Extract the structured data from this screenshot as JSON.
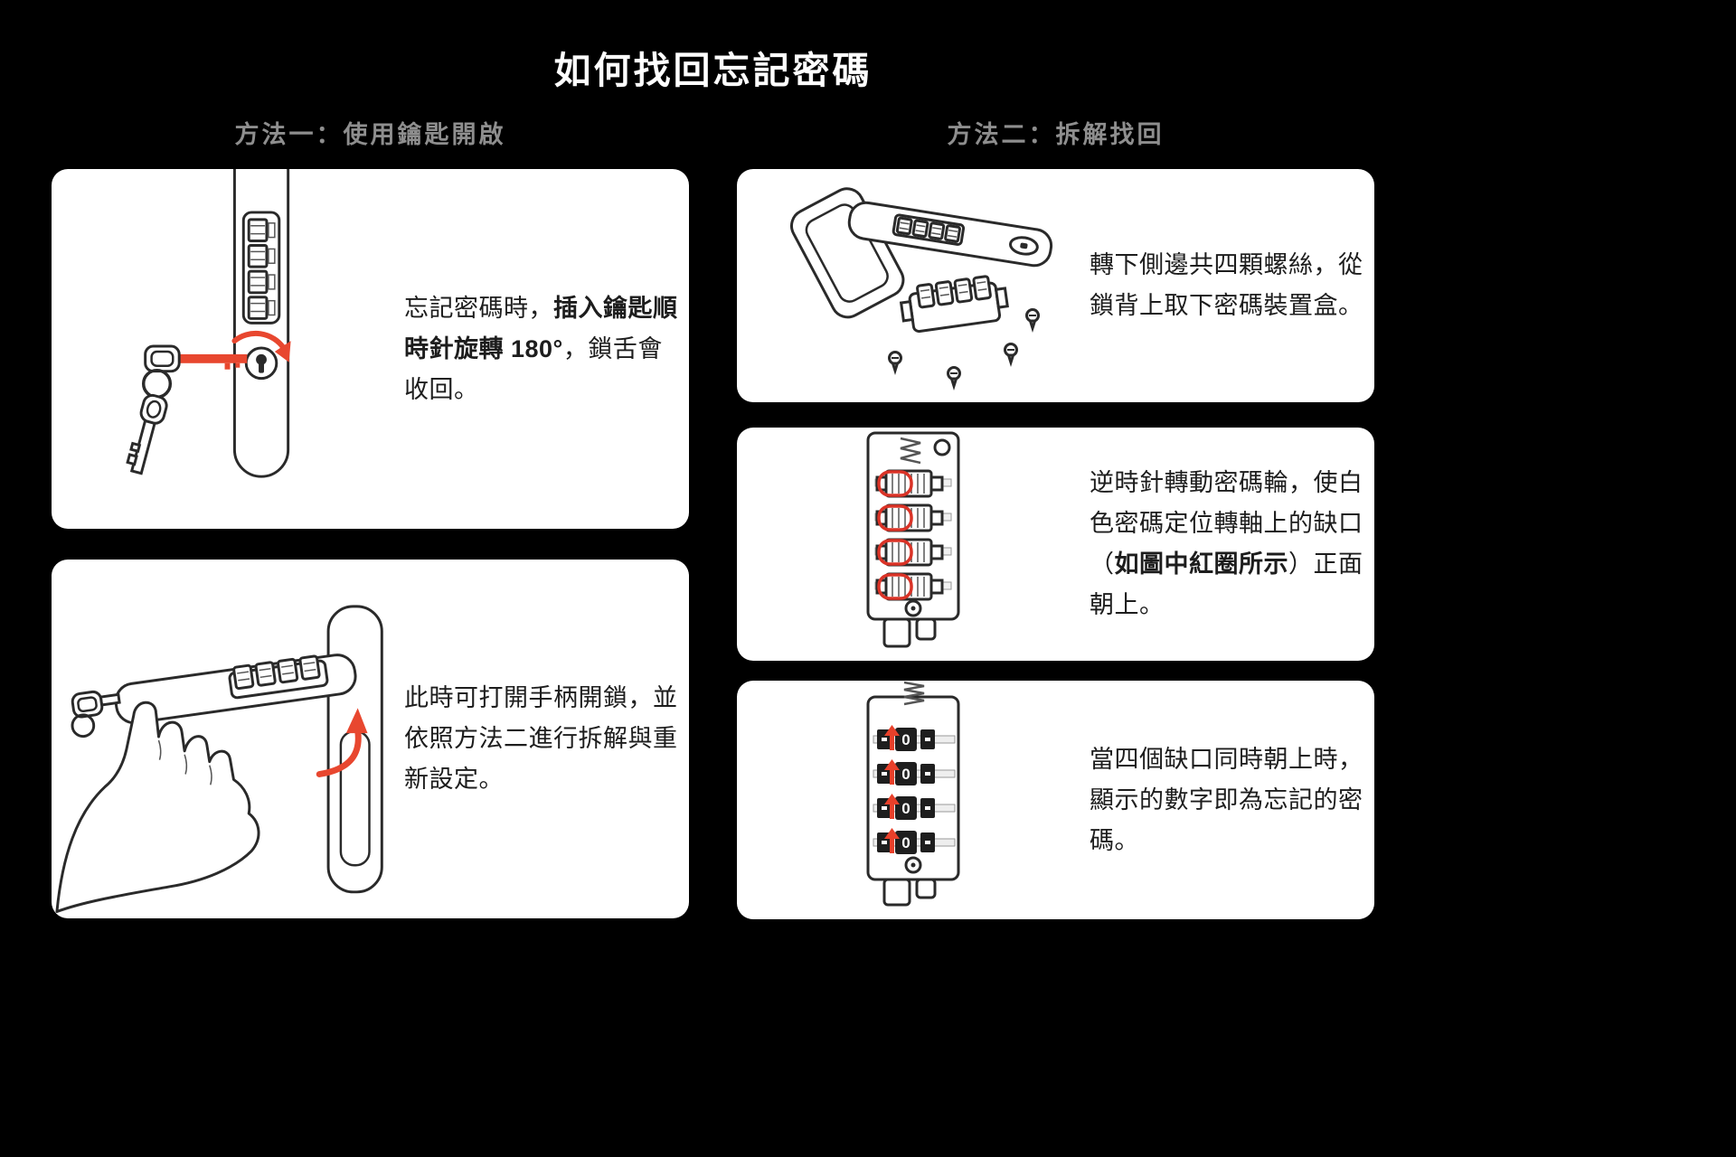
{
  "page": {
    "title": "如何找回忘記密碼",
    "bg_color": "#000000",
    "card_bg": "#ffffff",
    "accent_red": "#e8472f",
    "header_gray": "#8e8e8e"
  },
  "method1": {
    "header": "方法一：使用鑰匙開啟",
    "step1": {
      "illustration": "lock-with-key-inserted-rotation-arrow",
      "text_pre": "忘記密碼時，",
      "text_bold": "插入鑰匙順時針旋轉 180°",
      "text_post": "，鎖舌會收回。"
    },
    "step2": {
      "illustration": "hand-holding-opened-handle-with-key",
      "text": "此時可打開手柄開鎖，並依照方法二進行拆解與重新設定。"
    }
  },
  "method2": {
    "header": "方法二：拆解找回",
    "step1": {
      "illustration": "unscrew-four-screws-remove-code-box",
      "text": "轉下側邊共四顆螺絲，從鎖背上取下密碼裝置盒。"
    },
    "step2": {
      "illustration": "code-module-with-red-circled-notches",
      "text_pre": "逆時針轉動密碼輪，使白色密碼定位轉軸上的缺口（",
      "text_bold": "如圖中紅圈所示",
      "text_post": "）正面朝上。"
    },
    "step3": {
      "illustration": "code-module-notches-up-showing-password",
      "text": "當四個缺口同時朝上時，顯示的數字即為忘記的密碼。",
      "wheels": [
        "0",
        "0",
        "0",
        "0"
      ]
    }
  }
}
